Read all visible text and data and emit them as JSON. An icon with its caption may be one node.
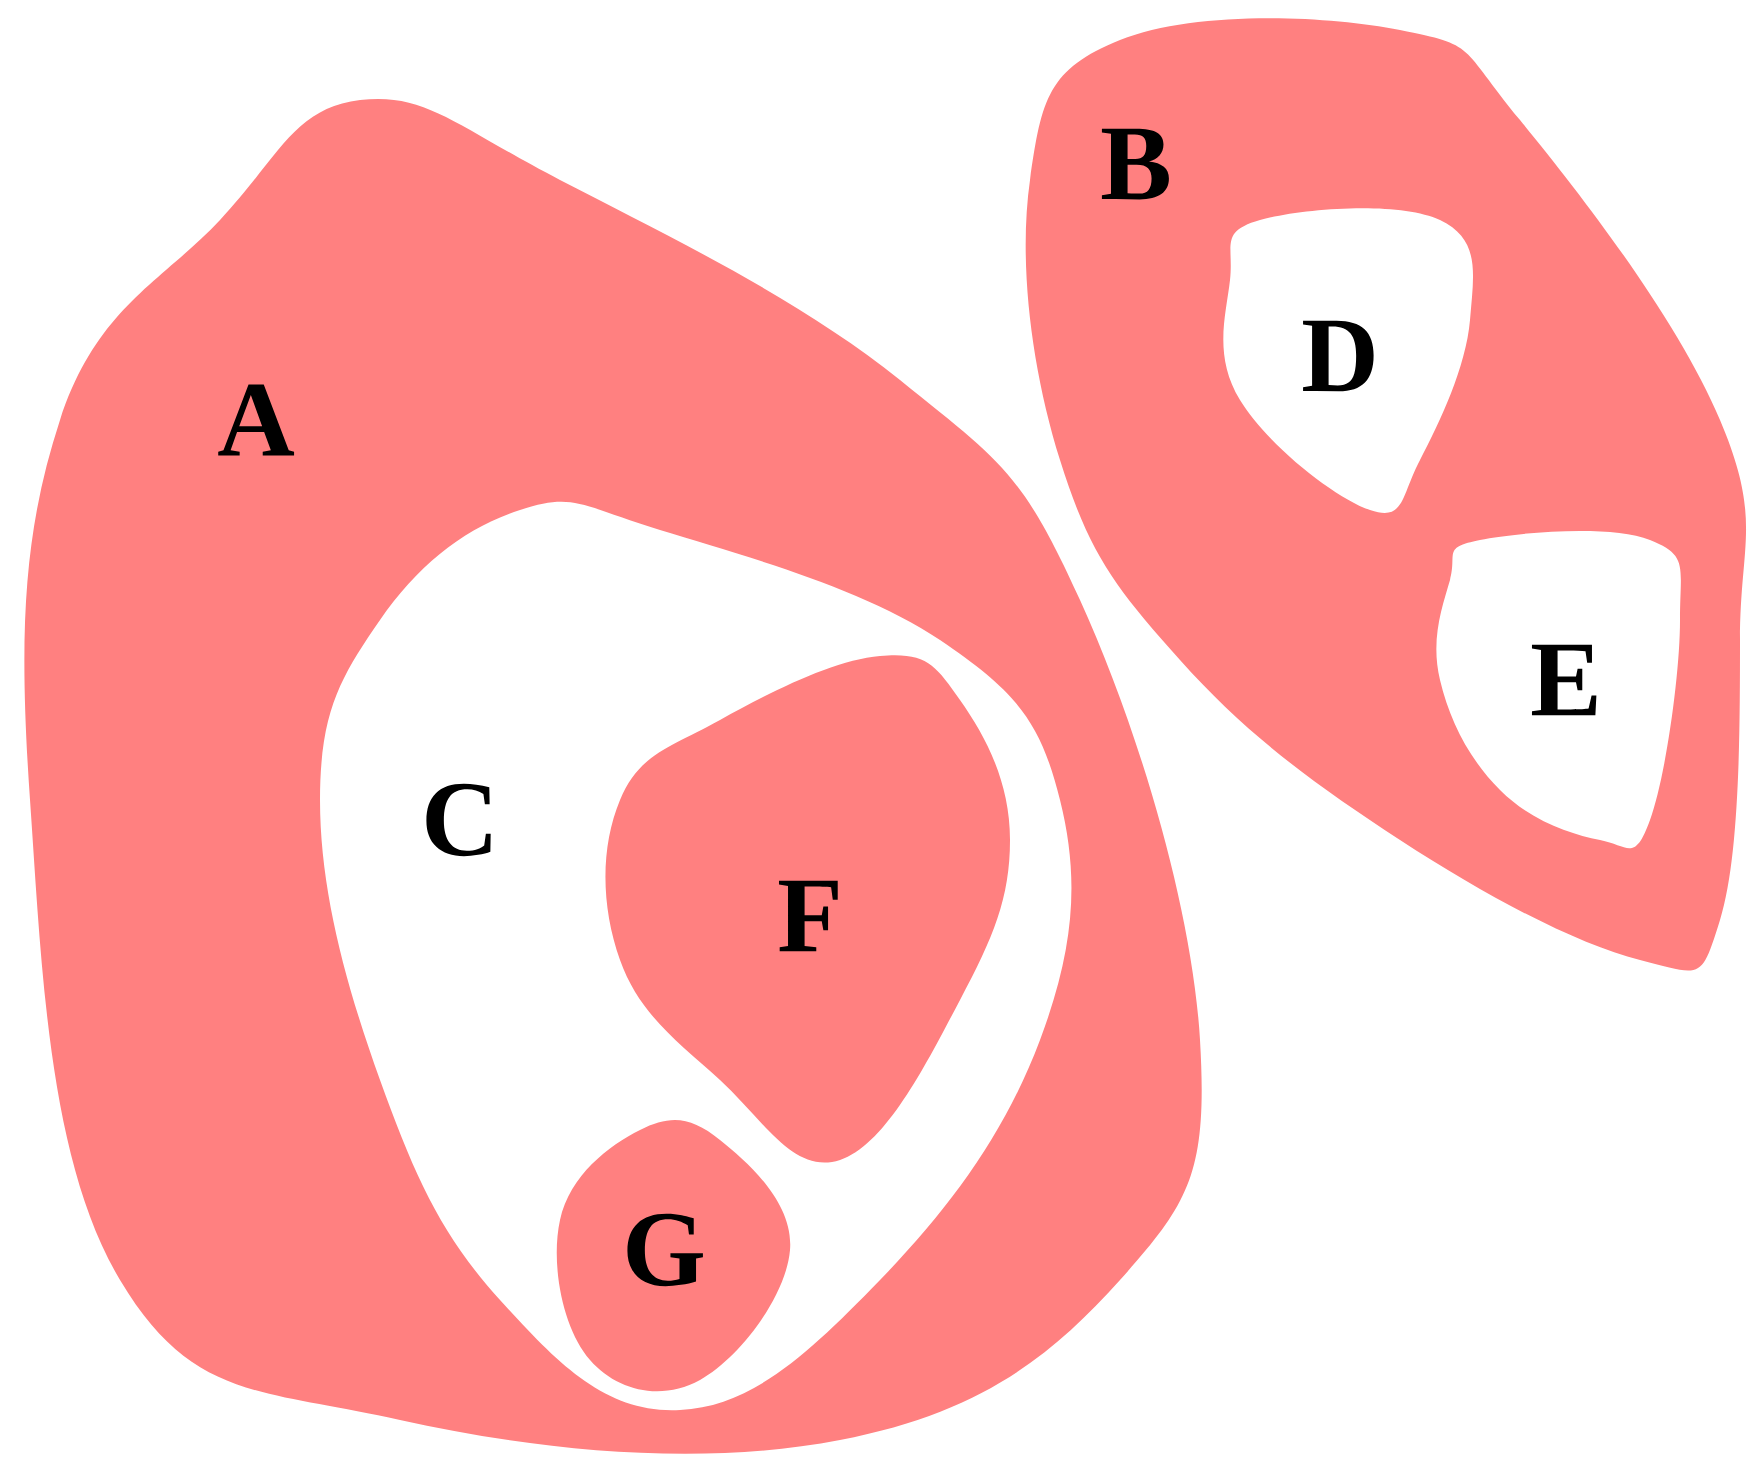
{
  "diagram": {
    "nodes": [
      {
        "text": [
          "A"
        ]
      },
      {
        "text": [
          "C"
        ],
        "in": 0
      },
      {
        "text": [
          "F"
        ],
        "in": 1
      },
      {
        "text": [
          "G"
        ],
        "in": 1
      },
      {
        "text": [
          "B"
        ]
      },
      {
        "text": [
          "D"
        ],
        "in": 4
      },
      {
        "text": [
          "E"
        ],
        "in": 4
      }
    ]
  }
}
